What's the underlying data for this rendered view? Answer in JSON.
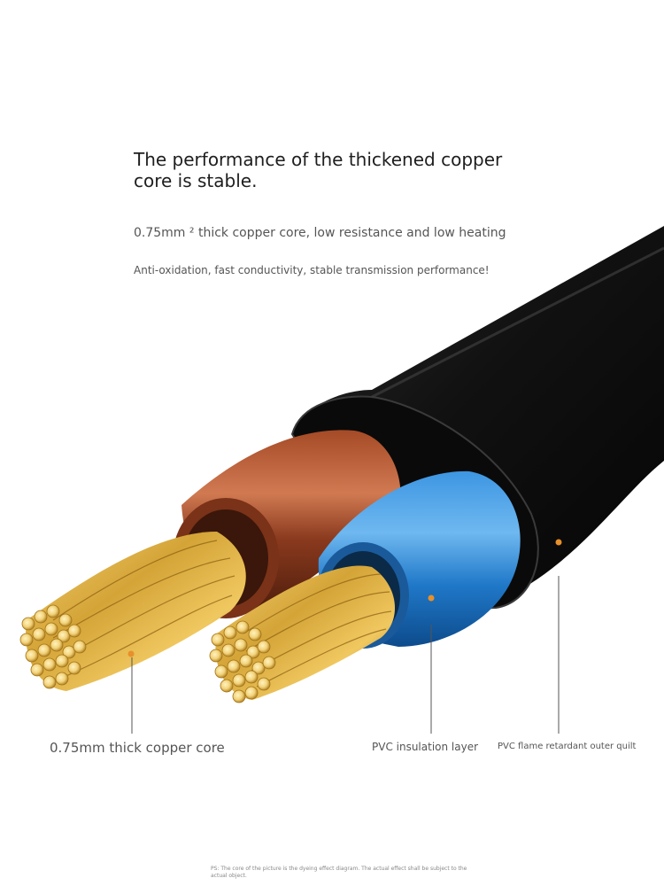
{
  "heading": {
    "title": "The performance of the thickened copper core is stable.",
    "subtitle": "0.75mm ² thick copper core, low resistance and low heating",
    "description": "Anti-oxidation, fast conductivity, stable transmission performance!"
  },
  "callouts": {
    "copper_core": "0.75mm thick copper core",
    "insulation": "PVC insulation layer",
    "outer_sheath": "PVC flame retardant outer quilt"
  },
  "footnote": "PS: The core of the picture is the dyeing effect diagram. The actual effect shall be subject to the actual object.",
  "colors": {
    "outer_sheath": "#121212",
    "brown_insulation": "#8a3a1e",
    "blue_insulation": "#1f78c8",
    "copper": "#d4a437",
    "marker_dot": "#e8902a"
  }
}
